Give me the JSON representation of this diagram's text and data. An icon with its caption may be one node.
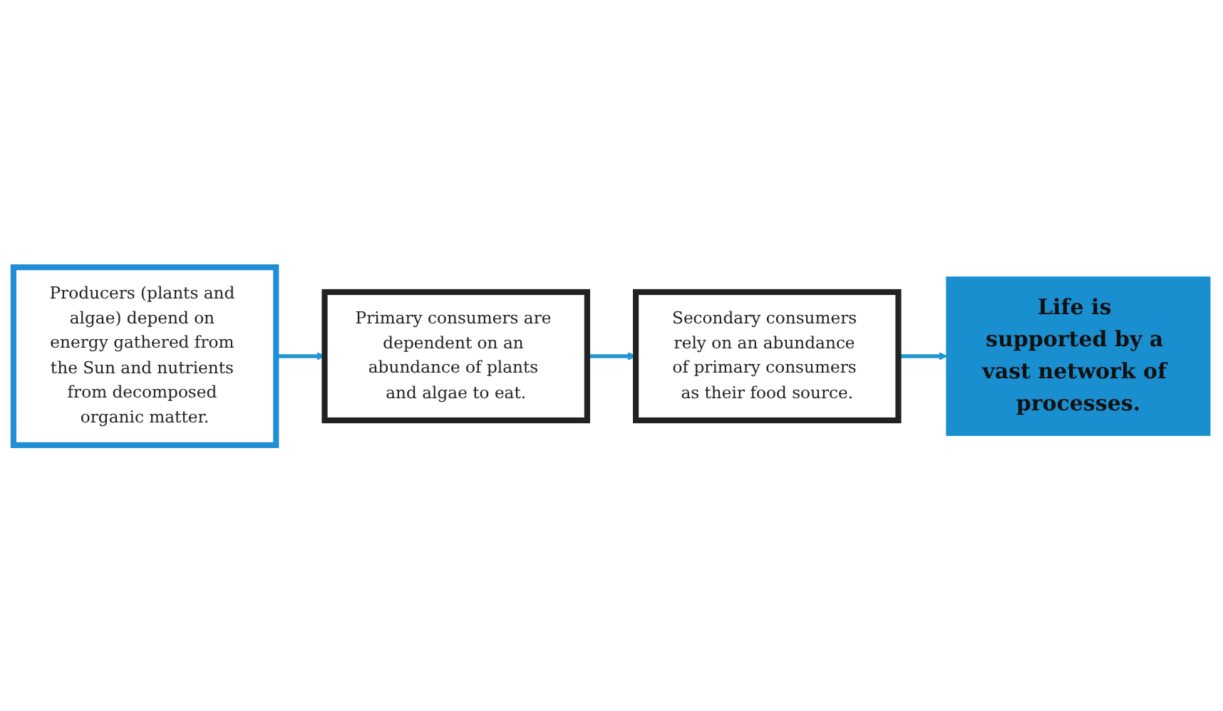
{
  "diagram": {
    "nodes": [
      {
        "text": [
          "Producers (plants and algae) depend on energy gathered from the Sun and nutrients from decomposed organic matter."
        ]
      },
      {
        "text": [
          "Primary consumers are dependent on an abundance of plants and algae to eat."
        ]
      },
      {
        "text": [
          "Secondary consumers rely on an abundance of primary consumers as their food source."
        ]
      },
      {
        "text": [
          "Life is supported by a vast network of processes."
        ]
      }
    ],
    "edges": [
      {
        "from": 0,
        "to": 1,
        "arrow": "to"
      },
      {
        "from": 1,
        "to": 2,
        "arrow": "to"
      },
      {
        "from": 2,
        "to": 3,
        "arrow": "to"
      }
    ]
  }
}
